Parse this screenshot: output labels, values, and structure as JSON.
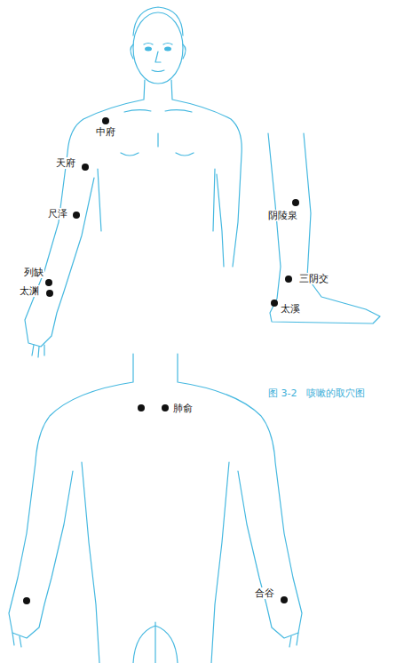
{
  "diagram": {
    "caption": "图 3-2　咳嗽的取穴图",
    "labels": [
      "中府",
      "天府",
      "尺泽",
      "列缺",
      "太渊",
      "阴陵泉",
      "三阴交",
      "太溪",
      "肺俞",
      "合谷"
    ]
  }
}
